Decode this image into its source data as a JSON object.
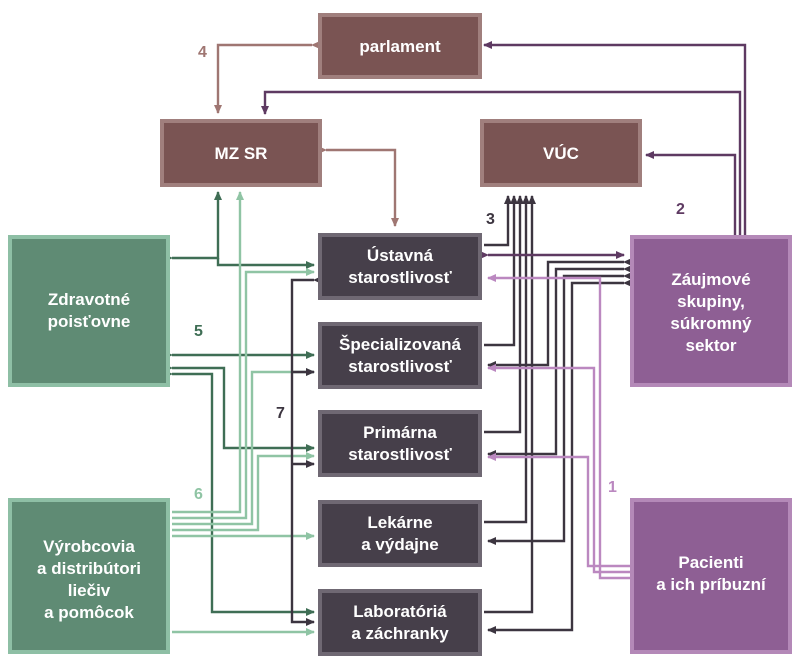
{
  "colors": {
    "brown": "#7a5453",
    "brown_border": "#a07f7d",
    "brown_line": "#9f7672",
    "dark": "#463f4a",
    "dark_border": "#6f6873",
    "dark_line": "#3c3540",
    "green": "#5f8b74",
    "green_border": "#8ebfa5",
    "green_dark_line": "#3f6e55",
    "green_light_line": "#8fc4a4",
    "purple": "#8e5f94",
    "purple_border": "#b489b8",
    "purple_dark_line": "#5e3a62",
    "purple_light_line": "#bb88c0"
  },
  "boxes": {
    "parlament": [
      "parlament"
    ],
    "mzsr": [
      "MZ SR"
    ],
    "vuc": [
      "VÚC"
    ],
    "ustavna": [
      "Ústavná",
      "starostlivosť"
    ],
    "specializovana": [
      "Špecializovaná",
      "starostlivosť"
    ],
    "primarna": [
      "Primárna",
      "starostlivosť"
    ],
    "lekarne": [
      "Lekárne",
      "a výdajne"
    ],
    "laboratoria": [
      "Laboratóriá",
      "a záchranky"
    ],
    "zdravotne": [
      "Zdravotné",
      "poisťovne"
    ],
    "vyrobcovia": [
      "Výrobcovia",
      "a distribútori",
      "liečiv",
      "a pomôcok"
    ],
    "zaujmove": [
      "Záujmové",
      "skupiny,",
      "súkromný",
      "sektor"
    ],
    "pacienti": [
      "Pacienti",
      "a ich príbuzní"
    ]
  },
  "numbers": {
    "n1": "1",
    "n2": "2",
    "n3": "3",
    "n4": "4",
    "n5": "5",
    "n6": "6",
    "n7": "7"
  }
}
